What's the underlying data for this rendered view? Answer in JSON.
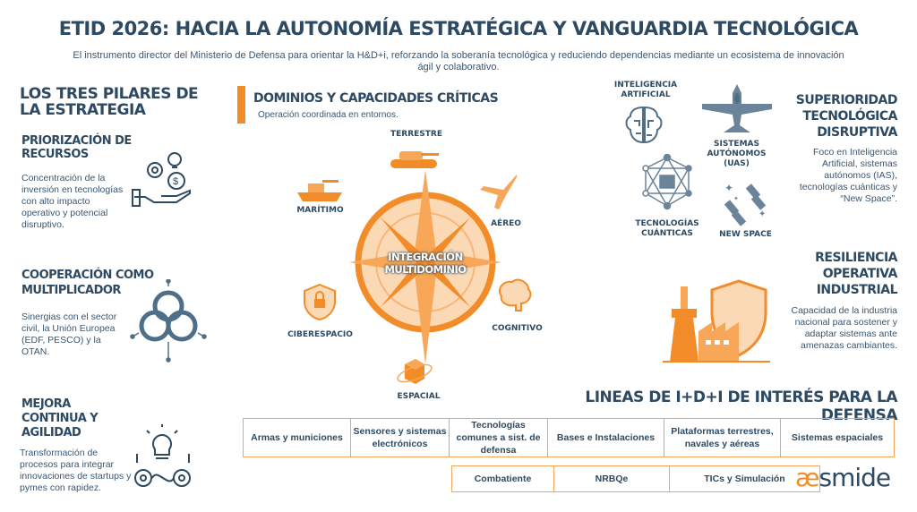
{
  "header": {
    "title": "ETID 2026: HACIA LA AUTONOMÍA ESTRATÉGICA Y VANGUARDIA TECNOLÓGICA",
    "subtitle": "El instrumento director del Ministerio de Defensa para orientar la H&D+i, reforzando la soberanía tecnológica y reduciendo dependencias mediante un ecosistema de innovación ágil y colaborativo."
  },
  "pillars": {
    "title": "LOS TRES PILARES DE LA ESTRATEGIA",
    "items": [
      {
        "title": "PRIORIZACIÓN DE RECURSOS",
        "text": "Concentración de la inversión en tecnologías con alto impacto operativo y potencial disruptivo."
      },
      {
        "title": "COOPERACIÓN COMO MULTIPLICADOR",
        "text": "Sinergias con el sector civil, la Unión Europea (EDF, PESCO) y la OTAN."
      },
      {
        "title": "MEJORA CONTINUA Y AGILIDAD",
        "text": "Transformación de procesos para integrar innovaciones de startups y pymes con rapidez."
      }
    ]
  },
  "domains": {
    "title": "DOMINIOS Y CAPACIDADES CRÍTICAS",
    "subtitle": "Operación coordinada en entornos.",
    "center": "INTEGRACIÓN MULTIDOMINIO",
    "items": [
      "TERRESTRE",
      "AÉREO",
      "COGNITIVO",
      "ESPACIAL",
      "CIBERESPACIO",
      "MARÍTIMO"
    ]
  },
  "tech": {
    "items": [
      "INTELIGENCIA ARTIFICIAL",
      "SISTEMAS AUTÓNOMOS (UAS)",
      "TECNOLOGÍAS CUÁNTICAS",
      "NEW SPACE"
    ],
    "title": "SUPERIORIDAD TECNOLÓGICA DISRUPTIVA",
    "text": "Foco en Inteligencia Artificial, sistemas autónomos (IAS), tecnologías cuánticas y “New Space”."
  },
  "resilience": {
    "title": "RESILIENCIA OPERATIVA INDUSTRIAL",
    "text": "Capacidad de la industria nacional para sostener y adaptar sistemas ante amenazas cambiantes."
  },
  "lines": {
    "title": "LINEAS DE I+D+I DE INTERÉS PARA LA DEFENSA",
    "row1": [
      "Armas y municiones",
      "Sensores y sistemas electrónicos",
      "Tecnologías comunes a sist. de defensa",
      "Bases e Instalaciones",
      "Plataformas terrestres, navales y aéreas",
      "Sistemas espaciales"
    ],
    "row2": [
      "Combatiente",
      "NRBQe",
      "TICs y Simulación"
    ]
  },
  "logo": {
    "prefix": "æ",
    "rest": "smide"
  },
  "colors": {
    "primary": "#2d4a62",
    "accent": "#f28c28"
  }
}
